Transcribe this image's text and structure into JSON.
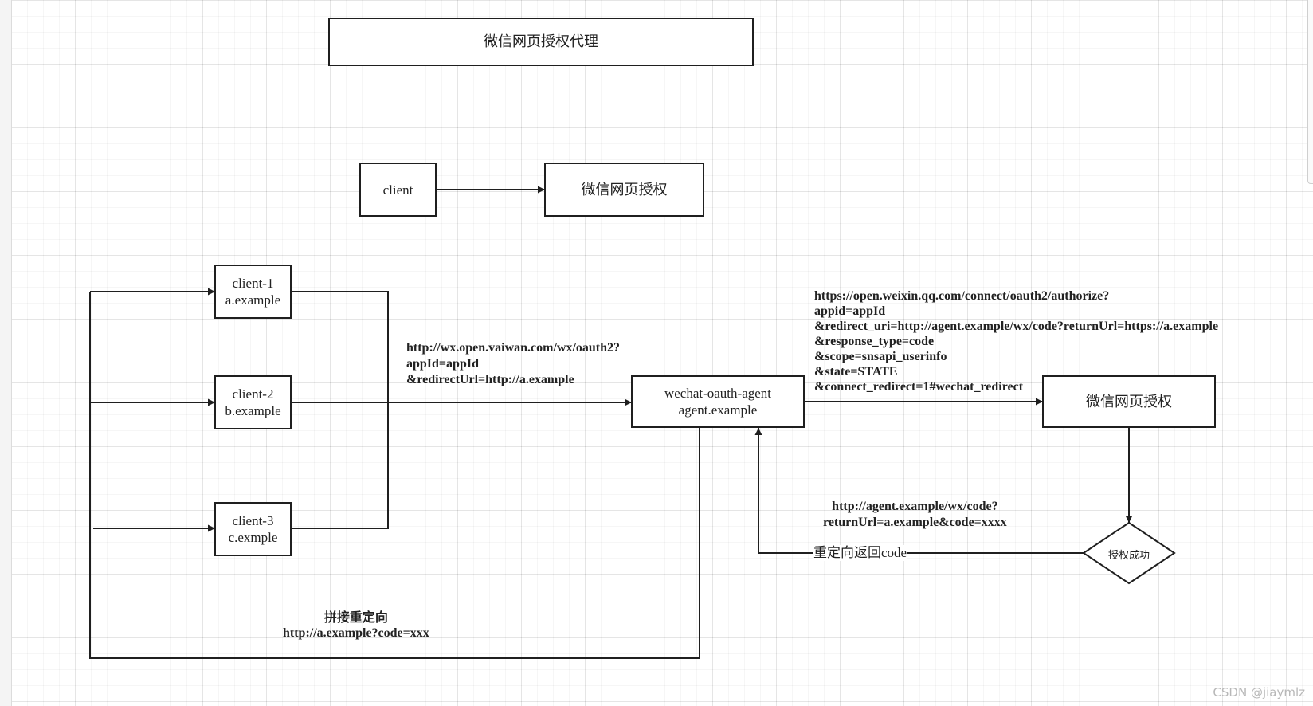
{
  "title_box": {
    "text": "微信网页授权代理"
  },
  "simple_flow": {
    "client": "client",
    "wechat_auth": "微信网页授权"
  },
  "clients": [
    {
      "name": "client-1",
      "domain": "a.example"
    },
    {
      "name": "client-2",
      "domain": "b.example"
    },
    {
      "name": "client-3",
      "domain": "c.exmple"
    }
  ],
  "agent": {
    "name": "wechat-oauth-agent",
    "domain": "agent.example"
  },
  "wechat_auth_box": {
    "text": "微信网页授权"
  },
  "decision": {
    "text": "授权成功"
  },
  "labels": {
    "client_to_agent": [
      "http://wx.open.vaiwan.com/wx/oauth2?",
      "appId=appId",
      "&redirectUrl=http://a.example"
    ],
    "agent_to_wechat": [
      "https://open.weixin.qq.com/connect/oauth2/authorize?",
      "appid=appId",
      "&redirect_uri=http://agent.example/wx/code?returnUrl=https://a.example",
      "&response_type=code",
      "&scope=snsapi_userinfo",
      "&state=STATE",
      "&connect_redirect=1#wechat_redirect"
    ],
    "callback_url": [
      "http://agent.example/wx/code?",
      "returnUrl=a.example&code=xxxx"
    ],
    "redirect_back_cn": "重定向返回",
    "redirect_back_en": "code",
    "concat_redirect_title": "拼接重定向",
    "concat_redirect_url": "http://a.example?code=xxx"
  },
  "watermark": "CSDN @jiaymlz"
}
